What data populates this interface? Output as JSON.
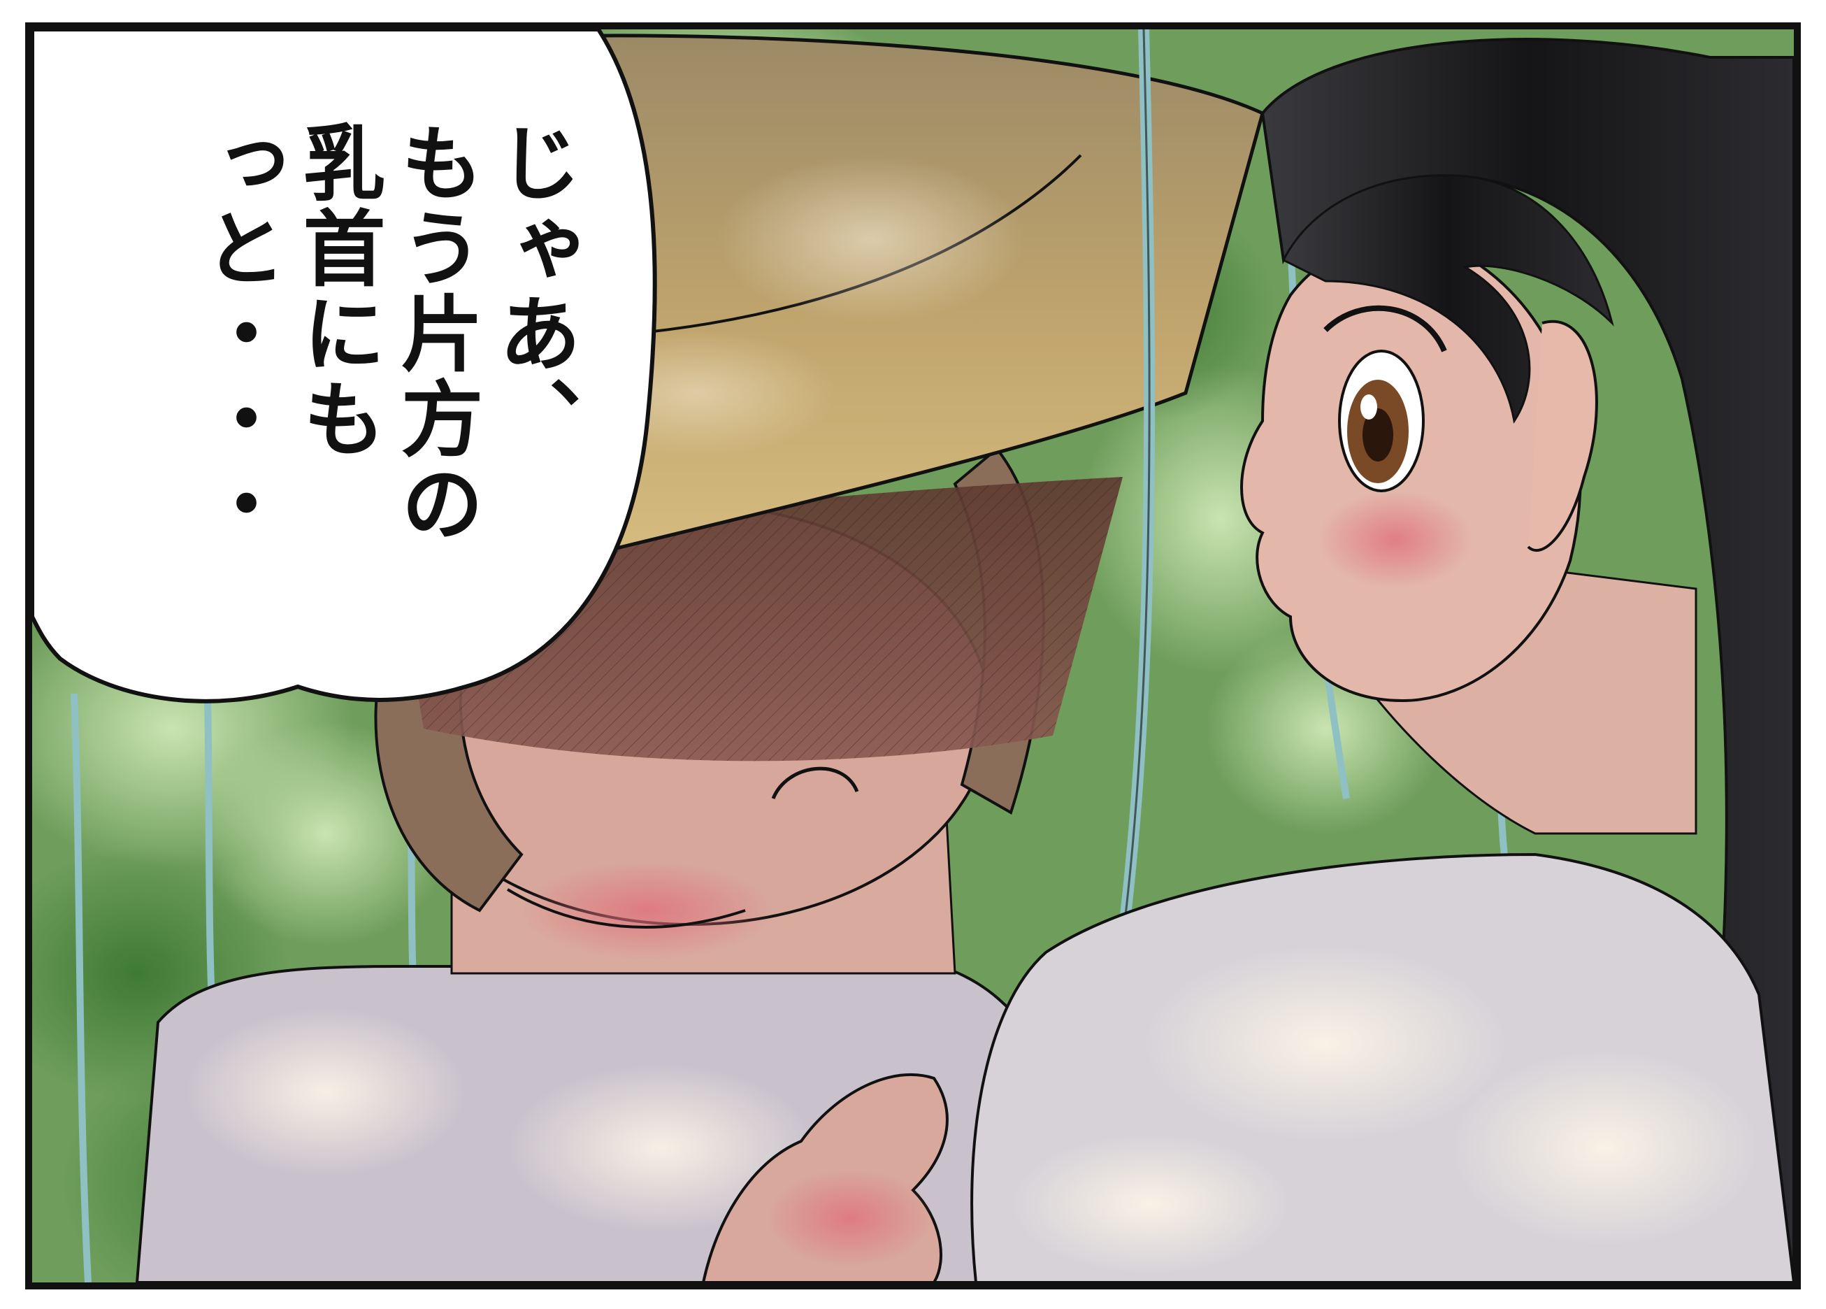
{
  "panel": {
    "speech_bubble": {
      "lines": [
        "じゃあ、",
        "もう片方の",
        "乳首にも",
        "っと・・・"
      ]
    }
  },
  "colors": {
    "border": "#111111",
    "foliage": "#6f9e5c",
    "hat": "#b79b66",
    "hair_dark": "#1b1b1d",
    "skin": "#e2b3a7",
    "shirt": "#d8d4d8",
    "rope": "#8fc0c4"
  },
  "icons": [
    "speech-bubble",
    "straw-hat",
    "rope-swing"
  ]
}
